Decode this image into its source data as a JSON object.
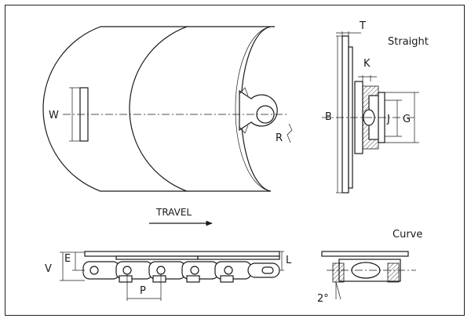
{
  "labels": {
    "W": "W",
    "R": "R",
    "B": "B",
    "T": "T",
    "K": "K",
    "J": "J",
    "G": "G",
    "straight": "Straight",
    "travel": "TRAVEL",
    "curve": "Curve",
    "V": "V",
    "E": "E",
    "L": "L",
    "P": "P",
    "angle": "2°"
  }
}
